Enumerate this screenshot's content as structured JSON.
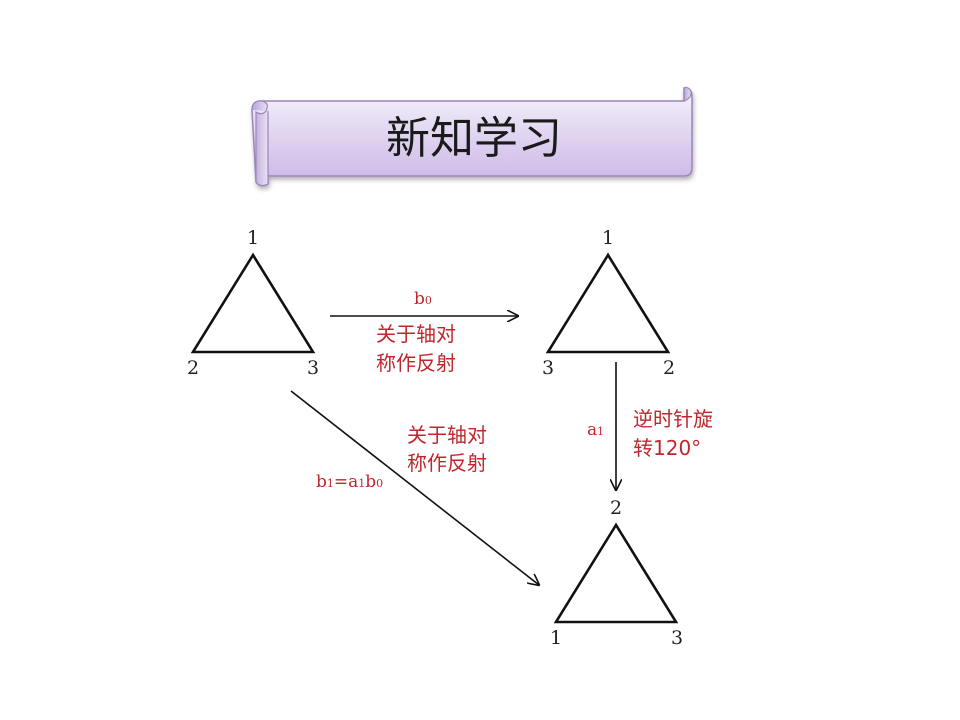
{
  "title": "新知学习",
  "colors": {
    "caption": "#c0272d",
    "scroll_light": "#f6f2fb",
    "scroll_dark": "#c9b6e6",
    "scroll_edge": "#9a86b8"
  },
  "triangles": [
    {
      "name": "original",
      "top": "1",
      "left": "2",
      "right": "3"
    },
    {
      "name": "reflected",
      "top": "1",
      "left": "3",
      "right": "2"
    },
    {
      "name": "rotated",
      "top": "2",
      "left": "1",
      "right": "3"
    }
  ],
  "arrows": {
    "b0": {
      "symbol": "b",
      "sub": "0",
      "caption_line1": "关于轴对",
      "caption_line2": "称作反射"
    },
    "a1": {
      "symbol": "a",
      "sub": "1",
      "caption_line1": "逆时针旋",
      "caption_line2": "转120°"
    },
    "b1": {
      "s1": "b",
      "s1_sub": "1",
      "eq": "=",
      "s2": "a",
      "s2_sub": "1",
      "s3": "b",
      "s3_sub": "0",
      "caption_line1": "关于轴对",
      "caption_line2": "称作反射"
    }
  }
}
